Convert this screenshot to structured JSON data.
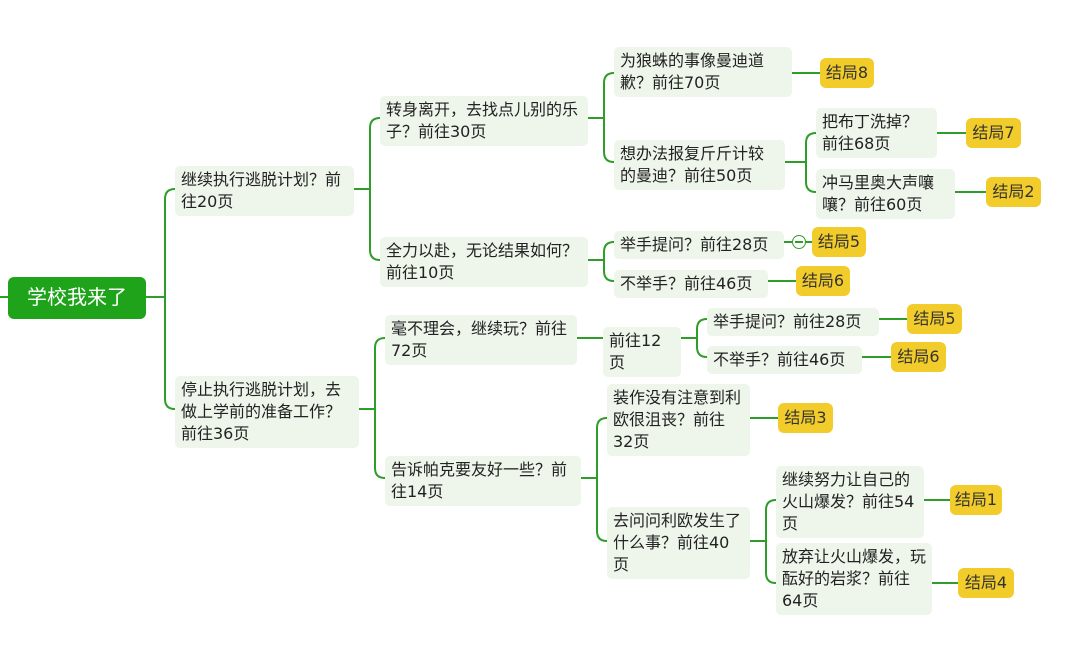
{
  "root": "学校我来了",
  "nodes": {
    "n1": "继续执行逃脱计划？前往20页",
    "n1a": "转身离开，去找点儿别的乐子？前往30页",
    "n1a1": "为狼蛛的事像曼迪道歉？前往70页",
    "n1a2": "想办法报复斤斤计较的曼迪？前往50页",
    "n1a2a": "把布丁洗掉？前往68页",
    "n1a2b": "冲马里奥大声嚷嚷？前往60页",
    "n1b": "全力以赴，无论结果如何？前往10页",
    "n1b1": "举手提问？前往28页",
    "n1b2": "不举手？前往46页",
    "n2": "停止执行逃脱计划，去做上学前的准备工作？前往36页",
    "n2a": "毫不理会，继续玩？前往72页",
    "n2a1": "前往12页",
    "n2a1a": "举手提问？前往28页",
    "n2a1b": "不举手？前往46页",
    "n2b": "告诉帕克要友好一些？前往14页",
    "n2b1": "装作没有注意到利欧很沮丧？前往32页",
    "n2b2": "去问问利欧发生了什么事？前往40页",
    "n2b2a": "继续努力让自己的火山爆发？前往54页",
    "n2b2b": "放弃让火山爆发，玩酝好的岩浆？前往64页"
  },
  "endings": {
    "e8": "结局8",
    "e7": "结局7",
    "e2": "结局2",
    "e5a": "结局5",
    "e6a": "结局6",
    "e5b": "结局5",
    "e6b": "结局6",
    "e3": "结局3",
    "e1": "结局1",
    "e4": "结局4"
  },
  "colors": {
    "line": "#2e9e29",
    "root": "#1ea31a",
    "node_bg": "#eef6ec",
    "ending_bg": "#f2cc2a"
  }
}
